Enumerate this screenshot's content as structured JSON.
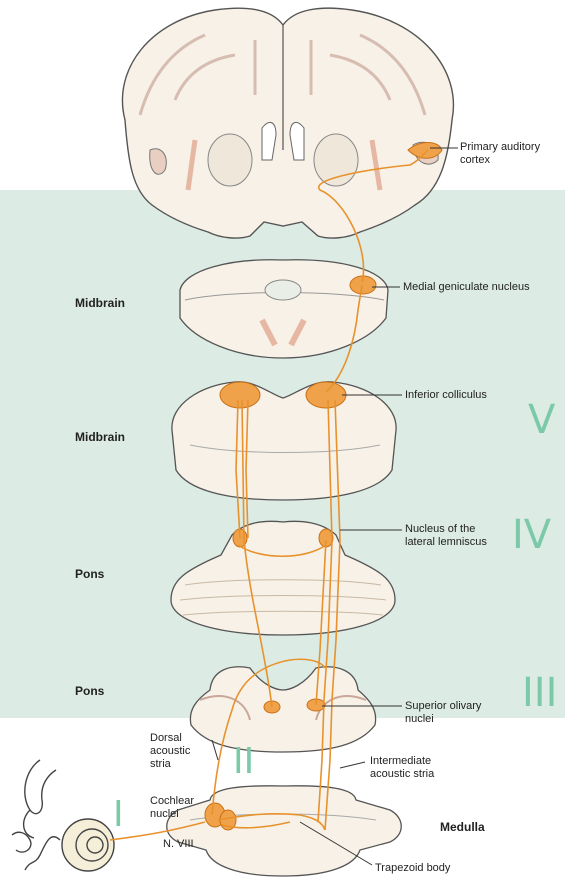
{
  "colors": {
    "band": "#dcebe3",
    "pathway": "#e8922d",
    "nucleus": "#f0a24a",
    "tissue": "#f7f1e7",
    "roman": "#7cc9a9"
  },
  "levels": {
    "midbrain_upper": "Midbrain",
    "midbrain_lower": "Midbrain",
    "pons_upper": "Pons",
    "pons_lower": "Pons",
    "medulla": "Medulla"
  },
  "labels": {
    "primary_auditory_cortex": [
      "Primary auditory",
      "cortex"
    ],
    "medial_geniculate_nucleus": "Medial geniculate nucleus",
    "inferior_colliculus": "Inferior colliculus",
    "nucleus_lateral_lemniscus": [
      "Nucleus of the",
      "lateral lemniscus"
    ],
    "superior_olivary_nuclei": [
      "Superior olivary",
      "nuclei"
    ],
    "dorsal_acoustic_stria": [
      "Dorsal",
      "acoustic",
      "stria"
    ],
    "intermediate_acoustic_stria": [
      "Intermediate",
      "acoustic stria"
    ],
    "cochlear_nuclei": [
      "Cochlear",
      "nuclei"
    ],
    "nerve_viii": "N. VIII",
    "trapezoid_body": "Trapezoid body"
  },
  "stage_numerals": {
    "I": "I",
    "II": "II",
    "III": "III",
    "IV": "IV",
    "V": "V"
  }
}
